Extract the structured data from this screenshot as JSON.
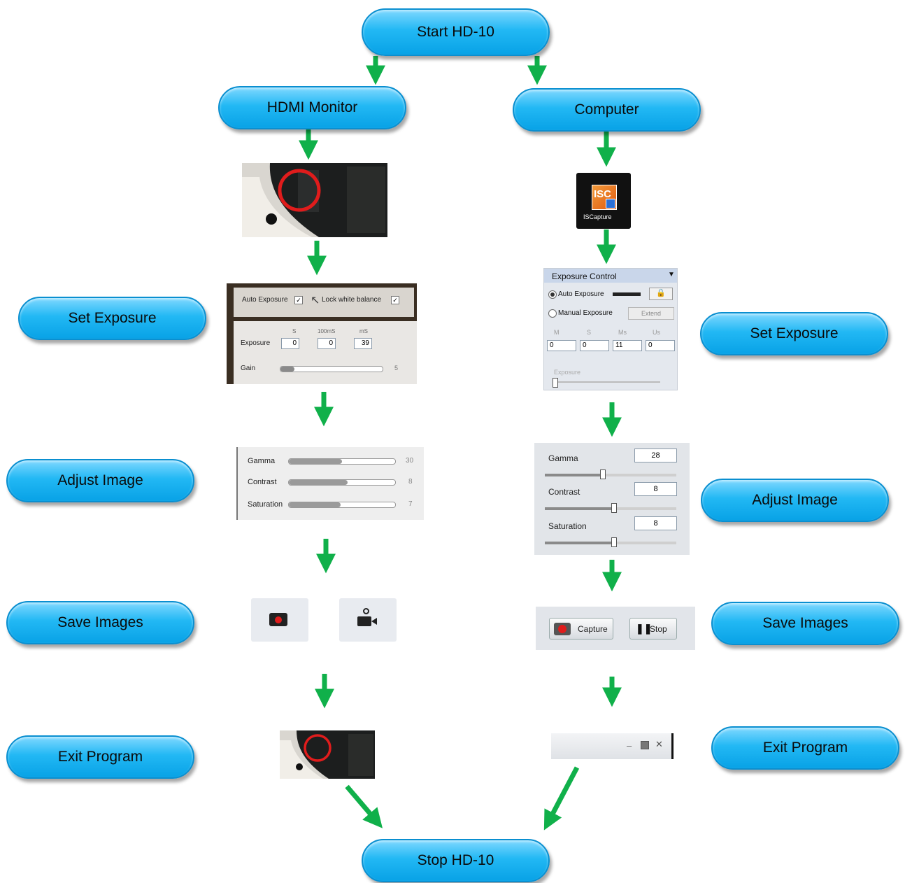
{
  "nodes": {
    "start": "Start HD-10",
    "hdmi": "HDMI Monitor",
    "computer": "Computer",
    "set_exposure_left": "Set Exposure",
    "set_exposure_right": "Set Exposure",
    "adjust_left": "Adjust Image",
    "adjust_right": "Adjust Image",
    "save_left": "Save Images",
    "save_right": "Save Images",
    "exit_left": "Exit Program",
    "exit_right": "Exit Program",
    "stop": "Stop HD-10"
  },
  "app_icon": {
    "logo": "ISC",
    "label": "ISCapture"
  },
  "hdmi_exposure": {
    "auto_exposure": "Auto Exposure",
    "lock_wb": "Lock white balance",
    "col_s": "S",
    "col_100ms": "100mS",
    "col_ms": "mS",
    "exposure_label": "Exposure",
    "v1": "0",
    "v2": "0",
    "v3": "39",
    "gain_label": "Gain",
    "gain_value": "5"
  },
  "pc_exposure": {
    "title": "Exposure Control",
    "auto": "Auto Exposure",
    "manual": "Manual Exposure",
    "extend": "Extend",
    "col_m": "M",
    "col_s": "S",
    "col_ms": "Ms",
    "col_us": "Us",
    "m": "0",
    "s": "0",
    "ms": "11",
    "us": "0",
    "slider_label": "Exposure"
  },
  "hdmi_adjust": {
    "gamma": "Gamma",
    "gamma_v": "30",
    "contrast": "Contrast",
    "contrast_v": "8",
    "saturation": "Saturation",
    "saturation_v": "7"
  },
  "pc_adjust": {
    "gamma": "Gamma",
    "gamma_v": "28",
    "contrast": "Contrast",
    "contrast_v": "8",
    "saturation": "Saturation",
    "saturation_v": "8"
  },
  "pc_save": {
    "capture": "Capture",
    "stop": "Stop"
  },
  "colors": {
    "arrow": "#10b04a",
    "pill": "#1ab0f0"
  }
}
